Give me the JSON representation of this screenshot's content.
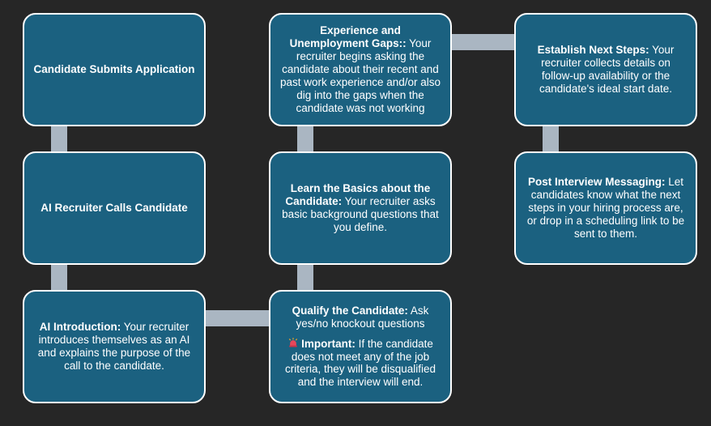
{
  "palette": {
    "background": "#262626",
    "node_fill": "#1B6180",
    "node_border": "#FFFFFF",
    "connector": "#AAB6C2",
    "text": "#FFFFFF"
  },
  "flowchart": {
    "nodes": [
      {
        "id": "candidate-submits-application",
        "title": "Candidate Submits Application",
        "body": ""
      },
      {
        "id": "ai-recruiter-calls-candidate",
        "title": "AI Recruiter Calls Candidate",
        "body": ""
      },
      {
        "id": "ai-introduction",
        "title": "AI Introduction:",
        "body": " Your recruiter introduces themselves as an AI and explains the purpose of the call to the candidate."
      },
      {
        "id": "qualify-the-candidate",
        "title": "Qualify the Candidate:",
        "body": " Ask yes/no knockout questions",
        "note_icon": "siren-icon",
        "note_title": "Important:",
        "note_body": " If the candidate does not meet any of the job criteria, they will be disqualified and the interview will end."
      },
      {
        "id": "learn-the-basics",
        "title": "Learn the Basics about the Candidate:",
        "body": " Your recruiter asks basic background questions that you define."
      },
      {
        "id": "experience-and-unemployment-gaps",
        "title": "Experience and Unemployment Gaps::",
        "body": " Your recruiter begins asking the candidate about their recent and past work experience and/or also dig into the gaps when the candidate was not working"
      },
      {
        "id": "establish-next-steps",
        "title": "Establish Next Steps:",
        "body": " Your recruiter collects details on follow-up availability or the candidate's ideal start date."
      },
      {
        "id": "post-interview-messaging",
        "title": "Post Interview Messaging:",
        "body": " Let candidates know what the next steps in your hiring process are, or drop in a scheduling link to be sent to them."
      }
    ]
  }
}
